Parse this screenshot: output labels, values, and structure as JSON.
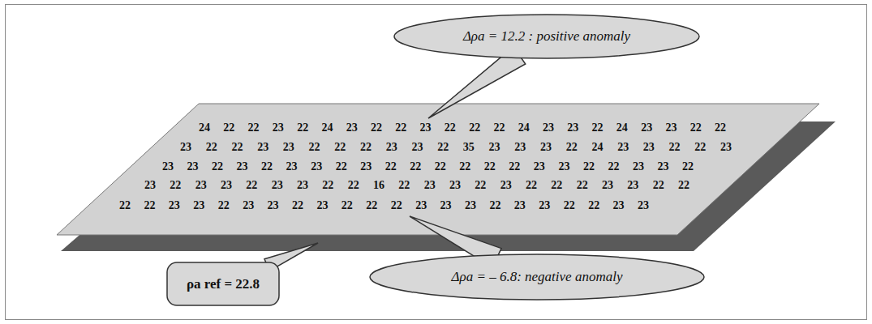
{
  "diagram": {
    "nodes": [
      {
        "text": [
          "24 22 22 23 22 24 23 22 22 23 22 22 22 24 23 23 22 24 23 23 22 22",
          "23 22 22 23 23 22 22 22 23 23 22 35 23 23 23 22 24 23 23 22 22 23",
          "23 23 22 23 22 23 23 22 23 22 22 22 22 22 22 23 23 22 22 23 23 22",
          "23 22 23 23 22 23 23 22 22 16 22 23 23 22 23 22 22 22 23 23 22 22",
          "22 22 23 23 22 23 23 22 23 22 22 22 23 23 23 22 23 23 22 22 23 23"
        ]
      },
      {
        "text": [
          "Δρa = 12.2 : positive anomaly"
        ]
      },
      {
        "text": [
          "Δρa = – 6.8: negative anomaly"
        ]
      },
      {
        "text": [
          "ρa ref = 22.8"
        ]
      }
    ],
    "edges": [
      {
        "from": 1,
        "to": 0,
        "arrow": "none"
      },
      {
        "from": 2,
        "to": 0,
        "arrow": "none"
      },
      {
        "from": 3,
        "to": 0,
        "arrow": "none"
      }
    ]
  }
}
